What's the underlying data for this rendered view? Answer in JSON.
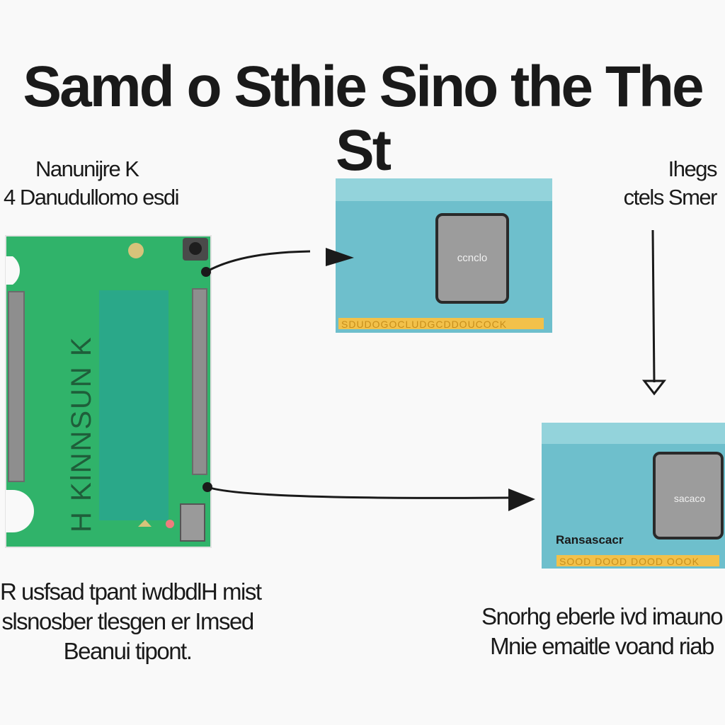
{
  "title": "Samd o Sthie Sino the The St",
  "left_label": {
    "line1": "Nanunijre K",
    "line2": "4 Danudullomo esdi"
  },
  "right_label": {
    "line1": "Ihegs",
    "line2": "ctels Smer"
  },
  "card_top": {
    "chip_text": "ccnclo",
    "pin_strip_text": "SDUDOGOCLUDGCDDOUCOCK"
  },
  "card_bottom": {
    "chip_text": "sacaco",
    "brand_text": "Ransascacr",
    "pin_strip_text": "SOOD DOOD DOOD OOOK"
  },
  "board": {
    "vertical_text": "H KlNNSUN K"
  },
  "left_caption": {
    "line1": "R usfsad tpant iwdbdlH mist",
    "line2": "slsnosber tlesgen er Imsed",
    "line3": "Beanui tipont."
  },
  "right_caption": {
    "line1": "Snorhg eberle ivd imauno",
    "line2": "Mnie emaitle voand riab"
  },
  "colors": {
    "board": "#30b36a",
    "board_panel": "#2aa889",
    "card": "#6ebfcc",
    "card_top_band": "#93d3db",
    "chip": "#9c9c9c",
    "gold": "#f2c14a",
    "ink": "#1a1a1a"
  }
}
